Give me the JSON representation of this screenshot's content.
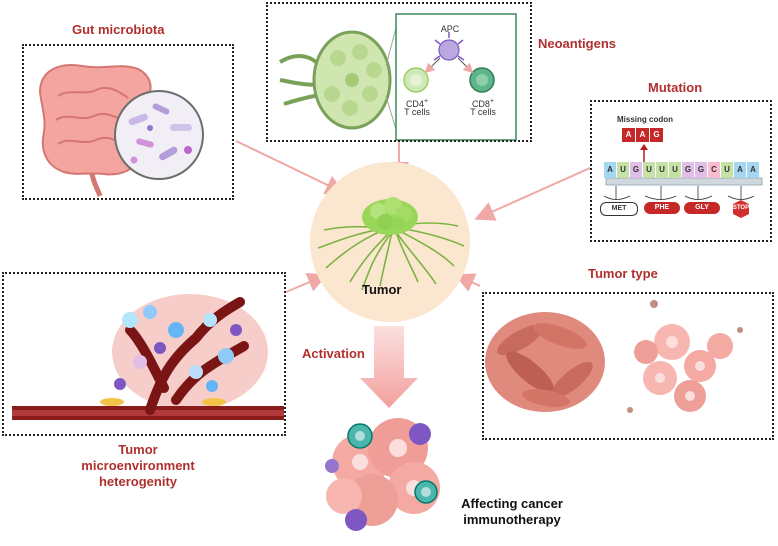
{
  "labels": {
    "gut_microbiota": "Gut microbiota",
    "neoantigens": "Neoantigens",
    "mutation": "Mutation",
    "tumor": "Tumor",
    "tumor_type": "Tumor type",
    "activation": "Activation",
    "tme_line1": "Tumor",
    "tme_line2": "microenvironment",
    "tme_line3": "heterogenity",
    "affecting_line1": "Affecting cancer",
    "affecting_line2": "immunotherapy"
  },
  "neoantigen_panel": {
    "apc": "APC",
    "cd4": "CD4",
    "cd8": "CD8",
    "sup": "+",
    "tcells": "T cells"
  },
  "mutation_panel": {
    "missing_codon": "Missing codon",
    "codon_letters": [
      "A",
      "A",
      "G"
    ],
    "mrna": [
      "A",
      "U",
      "G",
      "U",
      "U",
      "U",
      "G",
      "G",
      "C",
      "U",
      "A",
      "A"
    ],
    "proteins": [
      "MET",
      "PHE",
      "GLY"
    ],
    "stop": "STOP"
  },
  "colors": {
    "label_red": "#b0302e",
    "arrow_pink": "#f0a8a6",
    "tumor_circle": "#fbe6cf",
    "tumor_green": "#8fd14f",
    "vessel": "#8a1c1c"
  }
}
